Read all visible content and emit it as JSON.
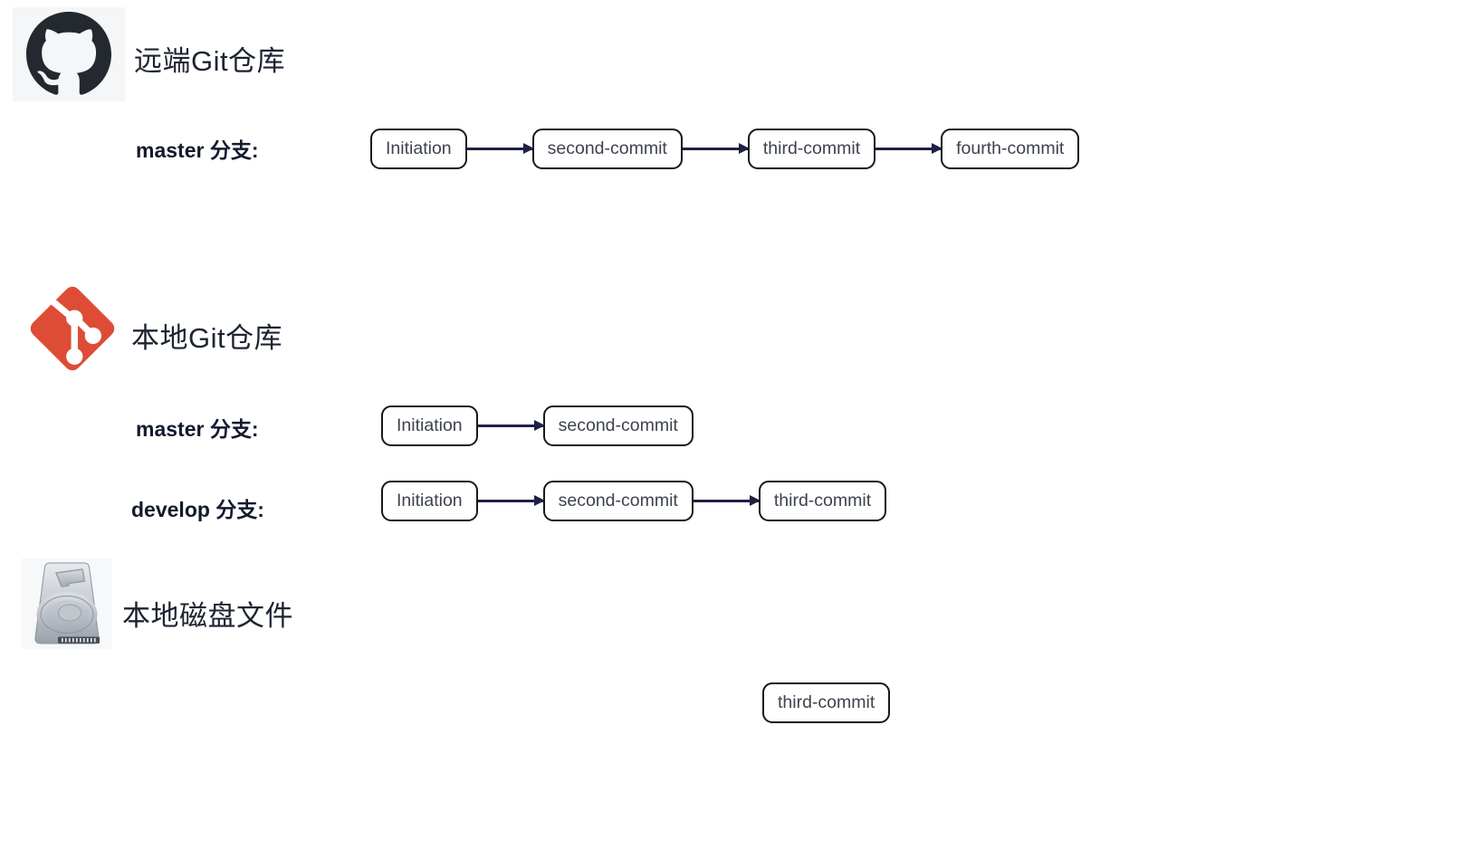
{
  "colors": {
    "arrow": "#1f2142",
    "box_border": "#17181c",
    "box_text": "#3d434e",
    "title_text": "#1d2431",
    "label_text": "#13192e",
    "git_red": "#de4c36",
    "github_dark": "#24292f",
    "github_tile_bg": "#f5f6f7",
    "disk_tile_bg": "#f7f8f9"
  },
  "sections": [
    {
      "id": "remote-git-repo",
      "icon": "github-icon",
      "title": "远端Git仓库",
      "branches": [
        {
          "label": "master 分支:",
          "commits": [
            "Initiation",
            "second-commit",
            "third-commit",
            "fourth-commit"
          ]
        }
      ]
    },
    {
      "id": "local-git-repo",
      "icon": "git-icon",
      "title": "本地Git仓库",
      "branches": [
        {
          "label": "master 分支:",
          "commits": [
            "Initiation",
            "second-commit"
          ]
        },
        {
          "label": "develop 分支:",
          "commits": [
            "Initiation",
            "second-commit",
            "third-commit"
          ]
        }
      ]
    },
    {
      "id": "local-disk-files",
      "icon": "hard-disk-icon",
      "title": "本地磁盘文件",
      "floating_commit": "third-commit"
    }
  ]
}
